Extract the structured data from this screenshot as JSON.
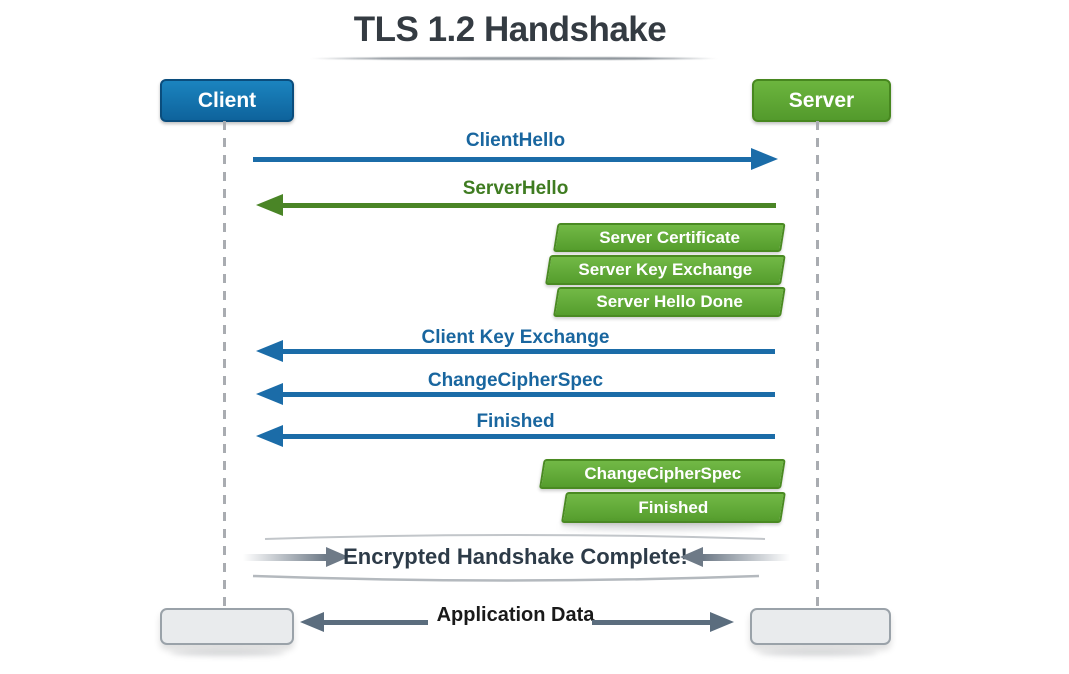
{
  "title": "TLS 1.2 Handshake",
  "actors": {
    "client": {
      "label": "Client",
      "color": "#1272ab"
    },
    "server": {
      "label": "Server",
      "color": "#5ba135"
    }
  },
  "messages": {
    "client_hello": {
      "label": "ClientHello",
      "direction": "left-to-right",
      "color": "#1b6ca8"
    },
    "server_hello": {
      "label": "ServerHello",
      "direction": "right-to-left",
      "color": "#4a8526"
    },
    "client_key_exchange": {
      "label": "Client Key Exchange",
      "direction": "right-to-left",
      "color": "#1b6ca8"
    },
    "change_cipher_spec": {
      "label": "ChangeCipherSpec",
      "direction": "right-to-left",
      "color": "#1b6ca8"
    },
    "finished": {
      "label": "Finished",
      "direction": "right-to-left",
      "color": "#1b6ca8"
    }
  },
  "server_flight_1": {
    "items": [
      {
        "label": "Server Certificate"
      },
      {
        "label": "Server Key Exchange"
      },
      {
        "label": "Server Hello Done"
      }
    ]
  },
  "server_flight_2": {
    "items": [
      {
        "label": "ChangeCipherSpec"
      },
      {
        "label": "Finished"
      }
    ]
  },
  "status_banner": {
    "label": "Encrypted Handshake Complete!",
    "arrow_color": "#6e7a87"
  },
  "application_data": {
    "label": "Application Data",
    "direction": "bidirectional",
    "arrow_color": "#5b6d7e"
  }
}
